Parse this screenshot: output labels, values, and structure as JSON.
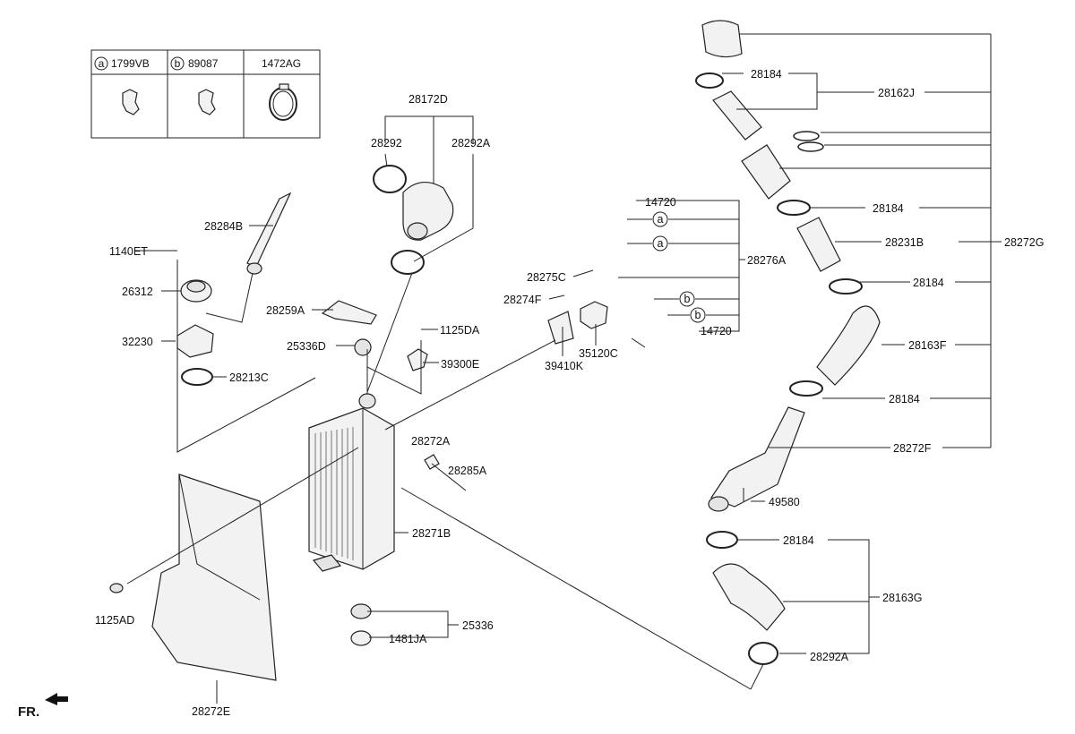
{
  "legend": {
    "col_a": {
      "tag": "a",
      "code": "1799VB"
    },
    "col_b": {
      "tag": "b",
      "code": "89087"
    },
    "col_c": {
      "code": "1472AG"
    }
  },
  "orientation": "FR.",
  "callouts": [
    {
      "id": "c_28172D",
      "text": "28172D"
    },
    {
      "id": "c_28292",
      "text": "28292"
    },
    {
      "id": "c_28292A_top",
      "text": "28292A"
    },
    {
      "id": "c_28284B",
      "text": "28284B"
    },
    {
      "id": "c_1140ET",
      "text": "1140ET"
    },
    {
      "id": "c_26312",
      "text": "26312"
    },
    {
      "id": "c_32230",
      "text": "32230"
    },
    {
      "id": "c_28213C",
      "text": "28213C"
    },
    {
      "id": "c_28259A",
      "text": "28259A"
    },
    {
      "id": "c_25336D",
      "text": "25336D"
    },
    {
      "id": "c_1125DA",
      "text": "1125DA"
    },
    {
      "id": "c_39300E",
      "text": "39300E"
    },
    {
      "id": "c_28272A",
      "text": "28272A"
    },
    {
      "id": "c_28285A",
      "text": "28285A"
    },
    {
      "id": "c_28271B",
      "text": "28271B"
    },
    {
      "id": "c_1125AD",
      "text": "1125AD"
    },
    {
      "id": "c_25336",
      "text": "25336"
    },
    {
      "id": "c_1481JA",
      "text": "1481JA"
    },
    {
      "id": "c_28272E",
      "text": "28272E"
    },
    {
      "id": "c_14720_top",
      "text": "14720"
    },
    {
      "id": "c_28276A",
      "text": "28276A"
    },
    {
      "id": "c_28275C",
      "text": "28275C"
    },
    {
      "id": "c_28274F",
      "text": "28274F"
    },
    {
      "id": "c_14720_bot",
      "text": "14720"
    },
    {
      "id": "c_35120C",
      "text": "35120C"
    },
    {
      "id": "c_39410K",
      "text": "39410K"
    },
    {
      "id": "c_28184_1",
      "text": "28184"
    },
    {
      "id": "c_28162J",
      "text": "28162J"
    },
    {
      "id": "c_28184_2",
      "text": "28184"
    },
    {
      "id": "c_28231B",
      "text": "28231B"
    },
    {
      "id": "c_28272G",
      "text": "28272G"
    },
    {
      "id": "c_28184_3",
      "text": "28184"
    },
    {
      "id": "c_28163F",
      "text": "28163F"
    },
    {
      "id": "c_28184_4",
      "text": "28184"
    },
    {
      "id": "c_28272F",
      "text": "28272F"
    },
    {
      "id": "c_49580",
      "text": "49580"
    },
    {
      "id": "c_28184_5",
      "text": "28184"
    },
    {
      "id": "c_28163G",
      "text": "28163G"
    },
    {
      "id": "c_28292A_bot",
      "text": "28292A"
    }
  ],
  "circle_markers": [
    {
      "id": "m_a1",
      "text": "a"
    },
    {
      "id": "m_a2",
      "text": "a"
    },
    {
      "id": "m_b1",
      "text": "b"
    },
    {
      "id": "m_b2",
      "text": "b"
    }
  ]
}
